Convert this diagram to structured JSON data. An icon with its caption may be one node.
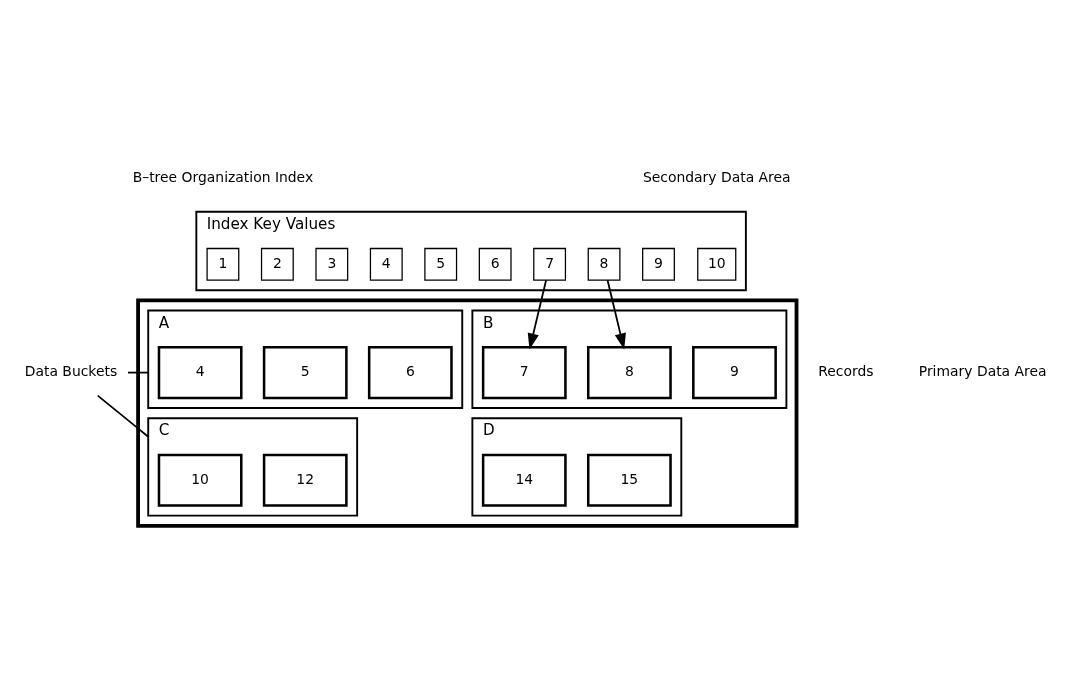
{
  "diagram": {
    "nodes": [
      {
        "text": [
          "Index Key Values"
        ]
      },
      {
        "text": [
          "1"
        ],
        "in": 0
      },
      {
        "text": [
          "2"
        ],
        "in": 0
      },
      {
        "text": [
          "3"
        ],
        "in": 0
      },
      {
        "text": [
          "4"
        ],
        "in": 0
      },
      {
        "text": [
          "5"
        ],
        "in": 0
      },
      {
        "text": [
          "6"
        ],
        "in": 0
      },
      {
        "text": [
          "7"
        ],
        "in": 0
      },
      {
        "text": [
          "8"
        ],
        "in": 0
      },
      {
        "text": [
          "9"
        ],
        "in": 0
      },
      {
        "text": [
          "10"
        ],
        "in": 0
      },
      {
        "text": [],
        "shape": "box"
      },
      {
        "text": [
          "A"
        ],
        "in": 11
      },
      {
        "text": [
          "4"
        ],
        "in": 12
      },
      {
        "text": [
          "5"
        ],
        "in": 12
      },
      {
        "text": [
          "6"
        ],
        "in": 12
      },
      {
        "text": [
          "B"
        ],
        "in": 11
      },
      {
        "text": [
          "7"
        ],
        "in": 16
      },
      {
        "text": [
          "8"
        ],
        "in": 16
      },
      {
        "text": [
          "9"
        ],
        "in": 16
      },
      {
        "text": [
          "C"
        ],
        "in": 11
      },
      {
        "text": [
          "10"
        ],
        "in": 20
      },
      {
        "text": [
          "12"
        ],
        "in": 20
      },
      {
        "text": [
          "D"
        ],
        "in": 11
      },
      {
        "text": [
          "14"
        ],
        "in": 23
      },
      {
        "text": [
          "15"
        ],
        "in": 23
      },
      {
        "text": [
          "Data Buckets"
        ]
      }
    ],
    "edges": [
      {
        "from": 7,
        "to": 17,
        "arrow": "to"
      },
      {
        "from": 8,
        "to": 18,
        "arrow": "to"
      },
      {
        "from": 26,
        "to": 12,
        "arrow": "none"
      },
      {
        "from": 26,
        "to": 20,
        "arrow": "none"
      }
    ],
    "labels": [
      "B–tree Organization Index",
      "Secondary Data Area",
      "Records",
      "Primary Data Area"
    ]
  }
}
